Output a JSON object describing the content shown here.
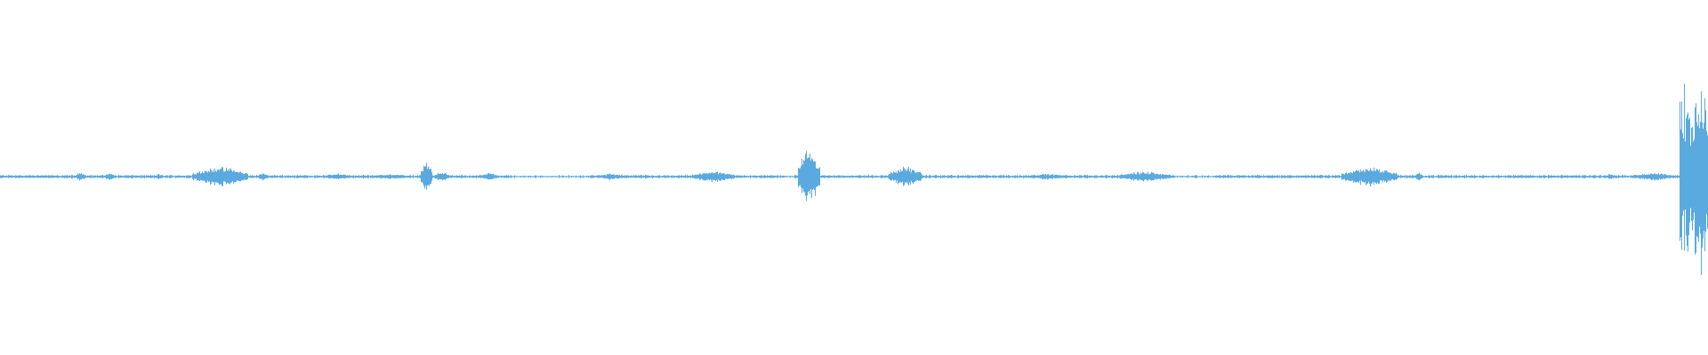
{
  "waveform": {
    "color": "#5aaae0",
    "background": "#ffffff",
    "baseline_amplitude": 0.006,
    "segments": [
      {
        "start": 0.0,
        "end": 0.042,
        "peak": 0.008
      },
      {
        "start": 0.044,
        "end": 0.05,
        "peak": 0.025
      },
      {
        "start": 0.06,
        "end": 0.068,
        "peak": 0.018
      },
      {
        "start": 0.09,
        "end": 0.095,
        "peak": 0.015
      },
      {
        "start": 0.112,
        "end": 0.145,
        "peak": 0.055
      },
      {
        "start": 0.15,
        "end": 0.157,
        "peak": 0.02
      },
      {
        "start": 0.19,
        "end": 0.205,
        "peak": 0.018
      },
      {
        "start": 0.215,
        "end": 0.24,
        "peak": 0.014
      },
      {
        "start": 0.246,
        "end": 0.253,
        "peak": 0.085
      },
      {
        "start": 0.254,
        "end": 0.262,
        "peak": 0.03
      },
      {
        "start": 0.28,
        "end": 0.292,
        "peak": 0.02
      },
      {
        "start": 0.35,
        "end": 0.365,
        "peak": 0.018
      },
      {
        "start": 0.405,
        "end": 0.43,
        "peak": 0.03
      },
      {
        "start": 0.467,
        "end": 0.48,
        "peak": 0.16
      },
      {
        "start": 0.52,
        "end": 0.54,
        "peak": 0.055
      },
      {
        "start": 0.6,
        "end": 0.625,
        "peak": 0.016
      },
      {
        "start": 0.655,
        "end": 0.685,
        "peak": 0.03
      },
      {
        "start": 0.785,
        "end": 0.818,
        "peak": 0.055
      },
      {
        "start": 0.828,
        "end": 0.833,
        "peak": 0.022
      },
      {
        "start": 0.94,
        "end": 0.945,
        "peak": 0.018
      },
      {
        "start": 0.955,
        "end": 0.98,
        "peak": 0.022
      },
      {
        "start": 0.983,
        "end": 1.0,
        "peak": 0.58
      }
    ],
    "gaps": [
      {
        "start": 0.3,
        "end": 0.345
      },
      {
        "start": 0.46,
        "end": 0.465
      },
      {
        "start": 0.688,
        "end": 0.705
      },
      {
        "start": 0.69,
        "end": 0.71
      }
    ]
  }
}
